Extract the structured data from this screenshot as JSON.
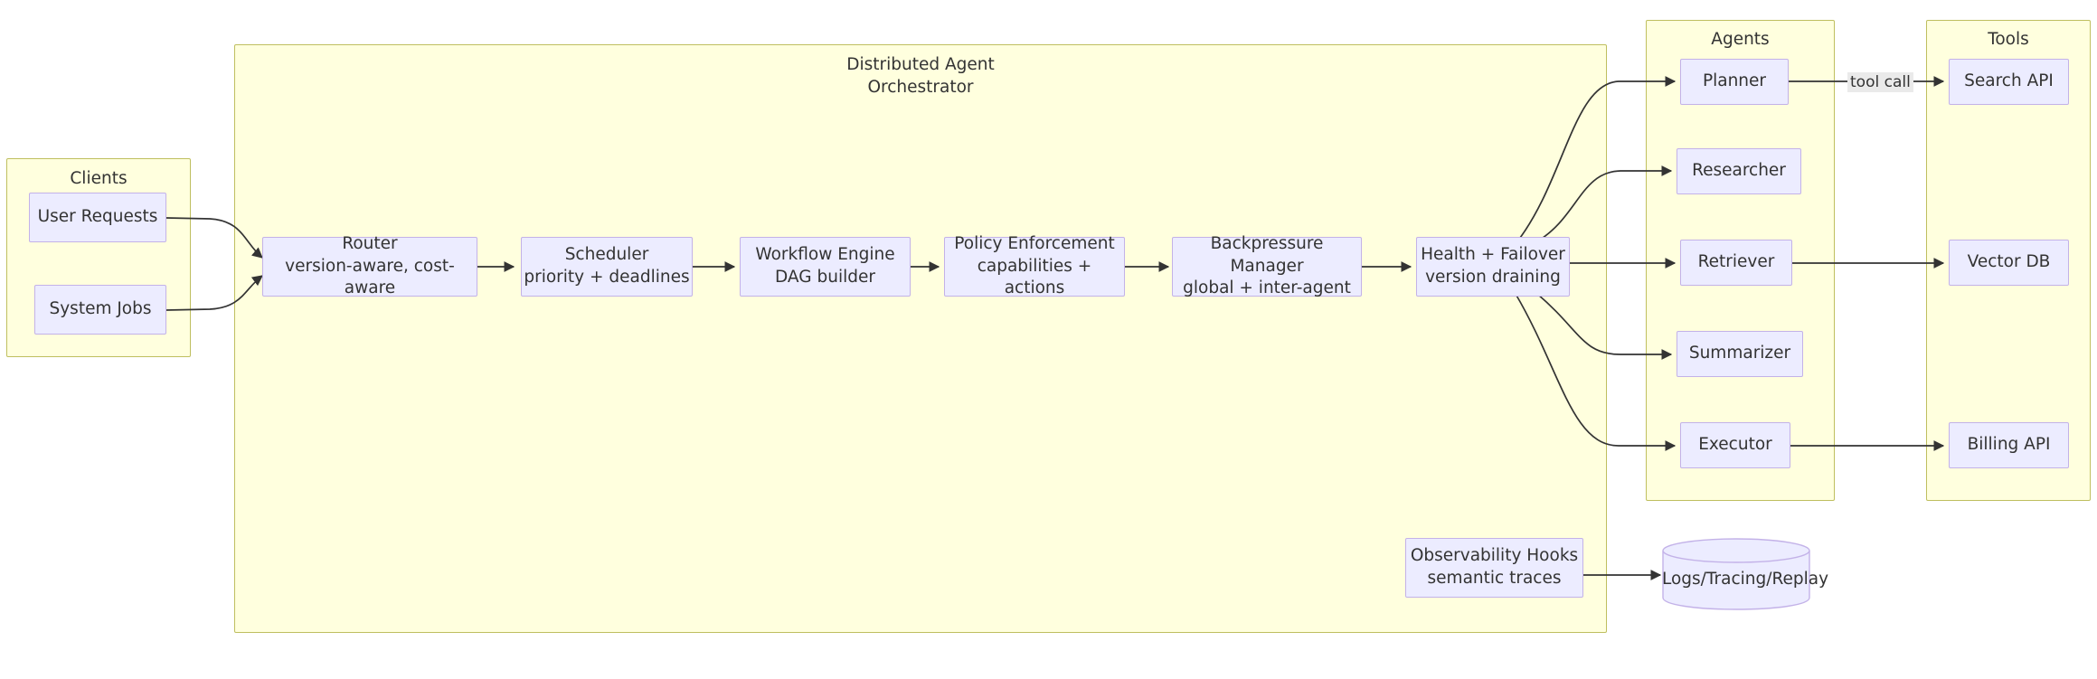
{
  "diagram": {
    "title": "Distributed Agent Orchestrator architecture",
    "colors": {
      "subgraph_fill": "#ffffde",
      "subgraph_border": "#bfbf5f",
      "node_fill": "#ececff",
      "node_border": "#c3b2e8",
      "edge_stroke": "#333333",
      "text": "#333333",
      "edge_label_bg": "#eaeaea",
      "canvas_bg": "#ffffff"
    }
  },
  "subgraphs": {
    "clients": {
      "title": "Clients"
    },
    "orchestrator": {
      "title": "Distributed Agent\nOrchestrator"
    },
    "agents": {
      "title": "Agents"
    },
    "tools": {
      "title": "Tools"
    }
  },
  "nodes": {
    "user_requests": {
      "line1": "User Requests",
      "line2": ""
    },
    "system_jobs": {
      "line1": "System Jobs",
      "line2": ""
    },
    "router": {
      "line1": "Router",
      "line2": "version-aware, cost-aware"
    },
    "scheduler": {
      "line1": "Scheduler",
      "line2": "priority + deadlines"
    },
    "workflow_engine": {
      "line1": "Workflow Engine",
      "line2": "DAG builder"
    },
    "policy_enforcement": {
      "line1": "Policy Enforcement",
      "line2": "capabilities + actions"
    },
    "backpressure_manager": {
      "line1": "Backpressure Manager",
      "line2": "global + inter-agent"
    },
    "health_failover": {
      "line1": "Health + Failover",
      "line2": "version draining"
    },
    "observability_hooks": {
      "line1": "Observability Hooks",
      "line2": "semantic traces"
    },
    "planner": {
      "line1": "Planner",
      "line2": ""
    },
    "researcher": {
      "line1": "Researcher",
      "line2": ""
    },
    "retriever": {
      "line1": "Retriever",
      "line2": ""
    },
    "summarizer": {
      "line1": "Summarizer",
      "line2": ""
    },
    "executor": {
      "line1": "Executor",
      "line2": ""
    },
    "search_api": {
      "line1": "Search API",
      "line2": ""
    },
    "vector_db": {
      "line1": "Vector DB",
      "line2": ""
    },
    "billing_api": {
      "line1": "Billing API",
      "line2": ""
    },
    "logs_store": {
      "line1": "Logs/Tracing/Replay",
      "line2": ""
    }
  },
  "edge_labels": {
    "tool_call": "tool call"
  },
  "edges": [
    {
      "from": "user_requests",
      "to": "router",
      "label": ""
    },
    {
      "from": "system_jobs",
      "to": "router",
      "label": ""
    },
    {
      "from": "router",
      "to": "scheduler",
      "label": ""
    },
    {
      "from": "scheduler",
      "to": "workflow_engine",
      "label": ""
    },
    {
      "from": "workflow_engine",
      "to": "policy_enforcement",
      "label": ""
    },
    {
      "from": "policy_enforcement",
      "to": "backpressure_manager",
      "label": ""
    },
    {
      "from": "backpressure_manager",
      "to": "health_failover",
      "label": ""
    },
    {
      "from": "health_failover",
      "to": "planner",
      "label": ""
    },
    {
      "from": "health_failover",
      "to": "researcher",
      "label": ""
    },
    {
      "from": "health_failover",
      "to": "retriever",
      "label": ""
    },
    {
      "from": "health_failover",
      "to": "summarizer",
      "label": ""
    },
    {
      "from": "health_failover",
      "to": "executor",
      "label": ""
    },
    {
      "from": "planner",
      "to": "search_api",
      "label": "tool call"
    },
    {
      "from": "retriever",
      "to": "vector_db",
      "label": ""
    },
    {
      "from": "executor",
      "to": "billing_api",
      "label": ""
    },
    {
      "from": "observability_hooks",
      "to": "logs_store",
      "label": ""
    }
  ]
}
